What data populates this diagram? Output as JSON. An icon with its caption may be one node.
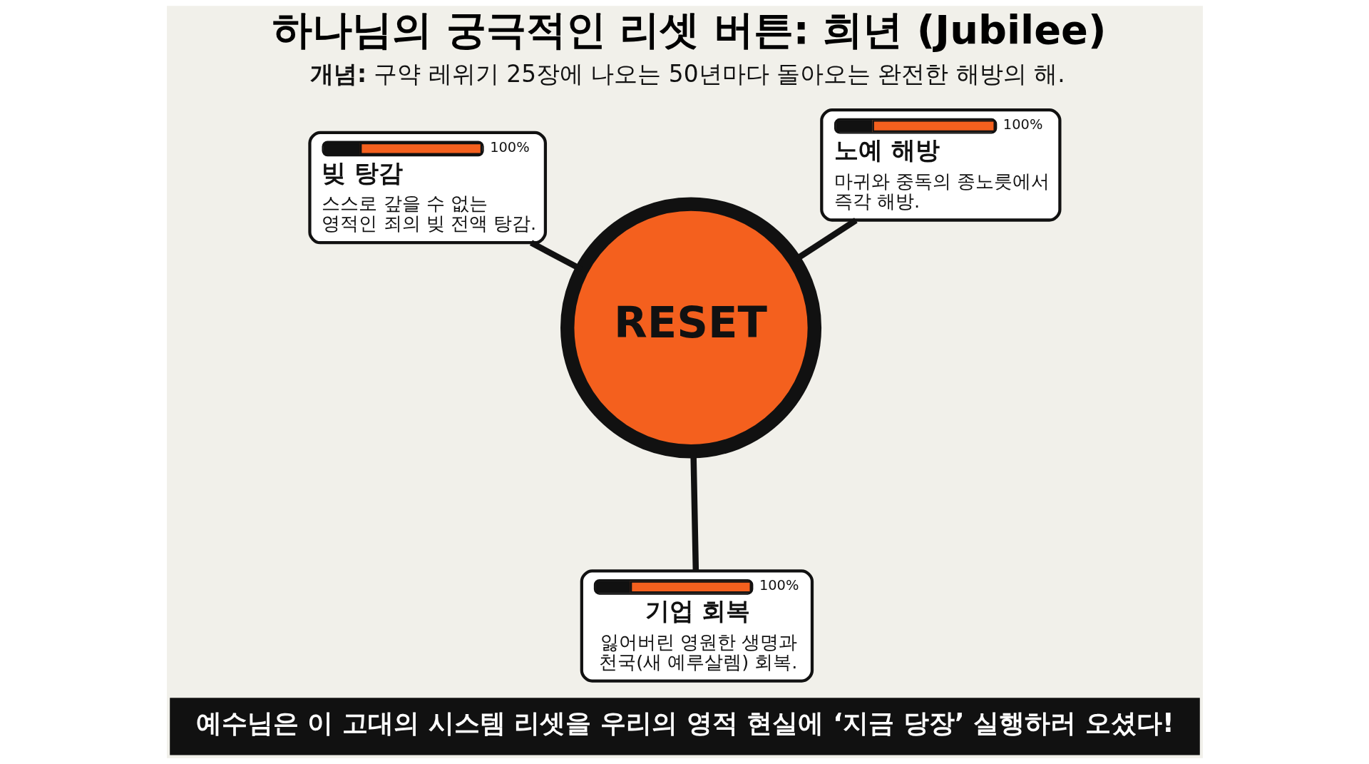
{
  "diagram": {
    "title": "하나님의 궁극적인 리셋 버튼: 희년 (Jubilee)",
    "caption": "예수님은 이 고대의 시스템 리셋을 우리의 영적 현실에 ‘지금 당장’ 실행하러 오셨다!",
    "nodes": [
      {
        "text": [
          "RESET"
        ]
      },
      {
        "text": [
          "100%",
          "빚 탕감",
          "스스로 갚을 수 없는 영적인 죄의 빚 전액 탕감."
        ]
      },
      {
        "text": [
          "100%",
          "노예 해방",
          "마귀와 중독의 종노릇에서 즉각 해방."
        ]
      },
      {
        "text": [
          "100%",
          "기업 회복",
          "잃어버린 영원한 생명과 천국(새 예루살렘) 회복."
        ]
      }
    ],
    "edges": [
      {
        "from": 0,
        "to": 1,
        "arrow": "none"
      },
      {
        "from": 0,
        "to": 2,
        "arrow": "none"
      },
      {
        "from": 0,
        "to": 3,
        "arrow": "none"
      }
    ],
    "labels": [
      "**개념:** 구약 레위기 25장에 나오는 50년마다 돌아오는 완전한 해방의 해."
    ]
  }
}
